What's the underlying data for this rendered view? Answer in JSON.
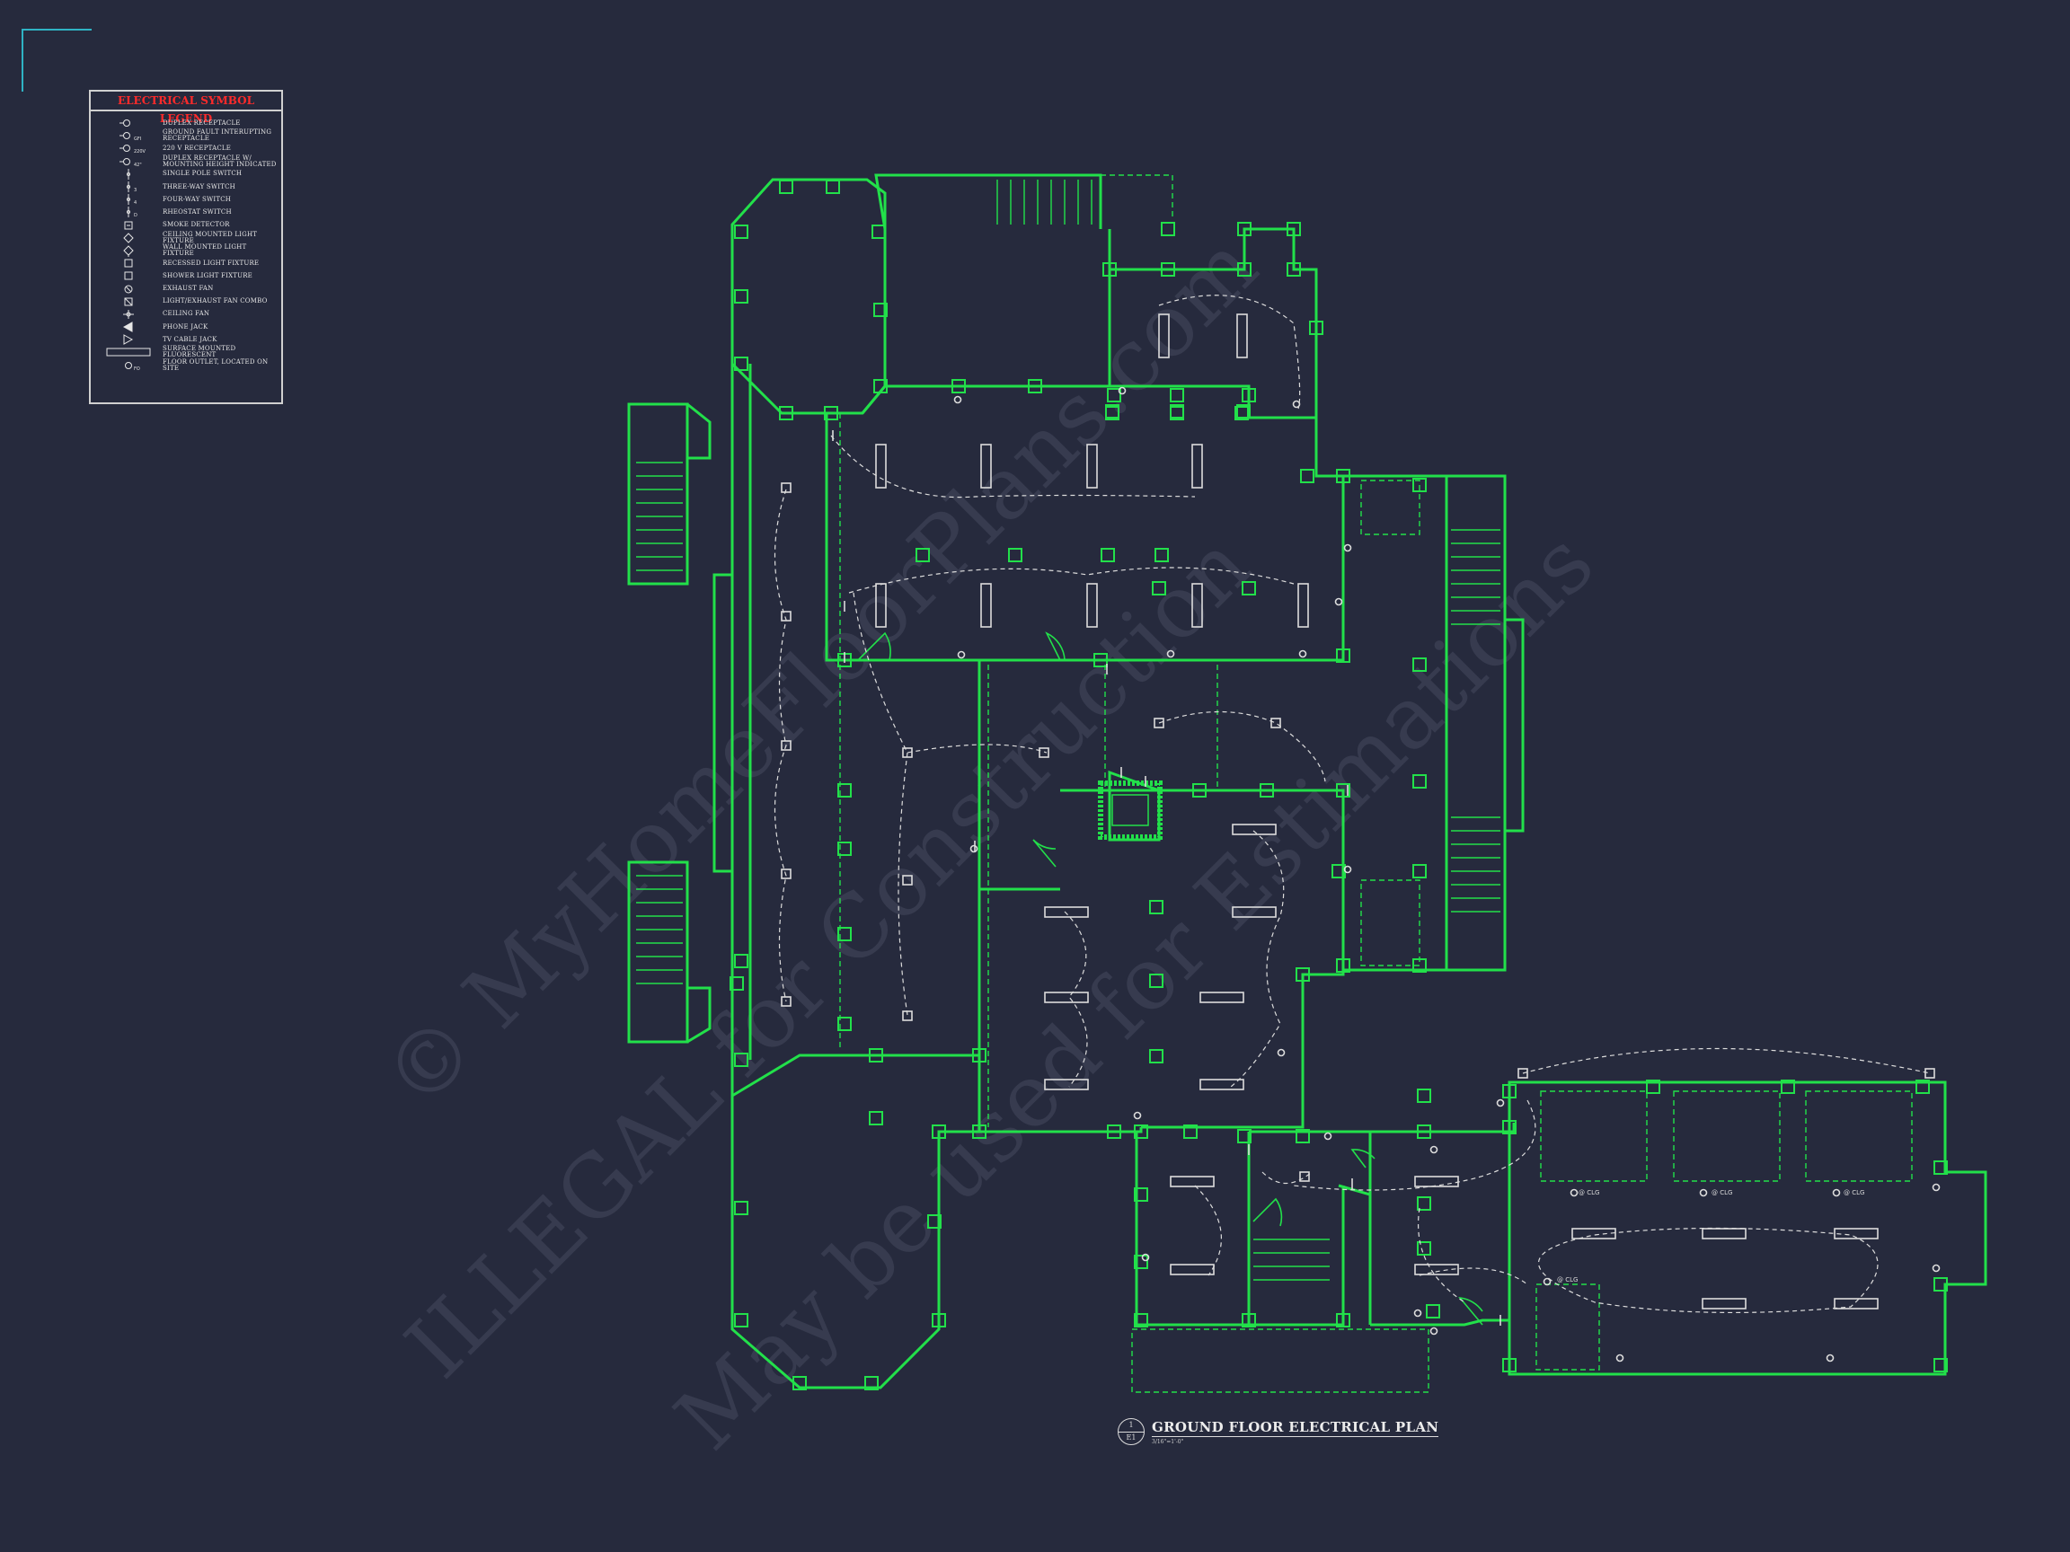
{
  "legend": {
    "title": "ELECTRICAL SYMBOL LEGEND",
    "items": [
      {
        "icon": "duplex-receptacle-icon",
        "label": "DUPLEX RECEPTACLE",
        "tag": ""
      },
      {
        "icon": "gfi-receptacle-icon",
        "label": "GROUND FAULT INTERUPTING RECEPTACLE",
        "tag": "GFI"
      },
      {
        "icon": "220v-receptacle-icon",
        "label": "220 V RECEPTACLE",
        "tag": "220V"
      },
      {
        "icon": "duplex-height-receptacle-icon",
        "label": "DUPLEX RECEPTACLE W/ MOUNTING HEIGHT INDICATED",
        "tag": "42\""
      },
      {
        "icon": "single-pole-switch-icon",
        "label": "SINGLE POLE SWITCH",
        "tag": ""
      },
      {
        "icon": "three-way-switch-icon",
        "label": "THREE-WAY SWITCH",
        "tag": "3"
      },
      {
        "icon": "four-way-switch-icon",
        "label": "FOUR-WAY SWITCH",
        "tag": "4"
      },
      {
        "icon": "rheostat-switch-icon",
        "label": "RHEOSTAT SWITCH",
        "tag": "D"
      },
      {
        "icon": "smoke-detector-icon",
        "label": "SMOKE DETECTOR",
        "tag": ""
      },
      {
        "icon": "ceiling-light-icon",
        "label": "CEILING MOUNTED LIGHT FIXTURE",
        "tag": ""
      },
      {
        "icon": "wall-light-icon",
        "label": "WALL MOUNTED LIGHT FIXTURE",
        "tag": ""
      },
      {
        "icon": "recessed-light-icon",
        "label": "RECESSED LIGHT FIXTURE",
        "tag": ""
      },
      {
        "icon": "shower-light-icon",
        "label": "SHOWER LIGHT FIXTURE",
        "tag": ""
      },
      {
        "icon": "exhaust-fan-icon",
        "label": "EXHAUST FAN",
        "tag": ""
      },
      {
        "icon": "light-exhaust-combo-icon",
        "label": "LIGHT/EXHAUST FAN COMBO",
        "tag": ""
      },
      {
        "icon": "ceiling-fan-icon",
        "label": "CEILING FAN",
        "tag": ""
      },
      {
        "icon": "phone-jack-icon",
        "label": "PHONE JACK",
        "tag": ""
      },
      {
        "icon": "tv-cable-jack-icon",
        "label": "TV CABLE JACK",
        "tag": ""
      },
      {
        "icon": "surface-fluorescent-icon",
        "label": "SURFACE MOUNTED FLUORESCENT",
        "tag": ""
      },
      {
        "icon": "floor-outlet-icon",
        "label": "FLOOR OUTLET, LOCATED ON SITE",
        "tag": "FO"
      }
    ]
  },
  "plan": {
    "title": "GROUND FLOOR ELECTRICAL PLAN",
    "scale": "3/16\"=1'-0\"",
    "detail_number": "1",
    "sheet_number": "E1",
    "annotations": {
      "ceiling_tag": "@ CLG",
      "floor_outlet_tag": "FO"
    }
  },
  "watermarks": [
    "© MyHomeFloorPlans.com",
    "ILLEGAL for Construction",
    "May be used for Estimations"
  ],
  "colors": {
    "background": "#262a3d",
    "wall": "#22e04a",
    "wiring": "#dcdcdc",
    "legend_title": "#ff2a2a",
    "corner_mark": "#2fb3c4"
  }
}
